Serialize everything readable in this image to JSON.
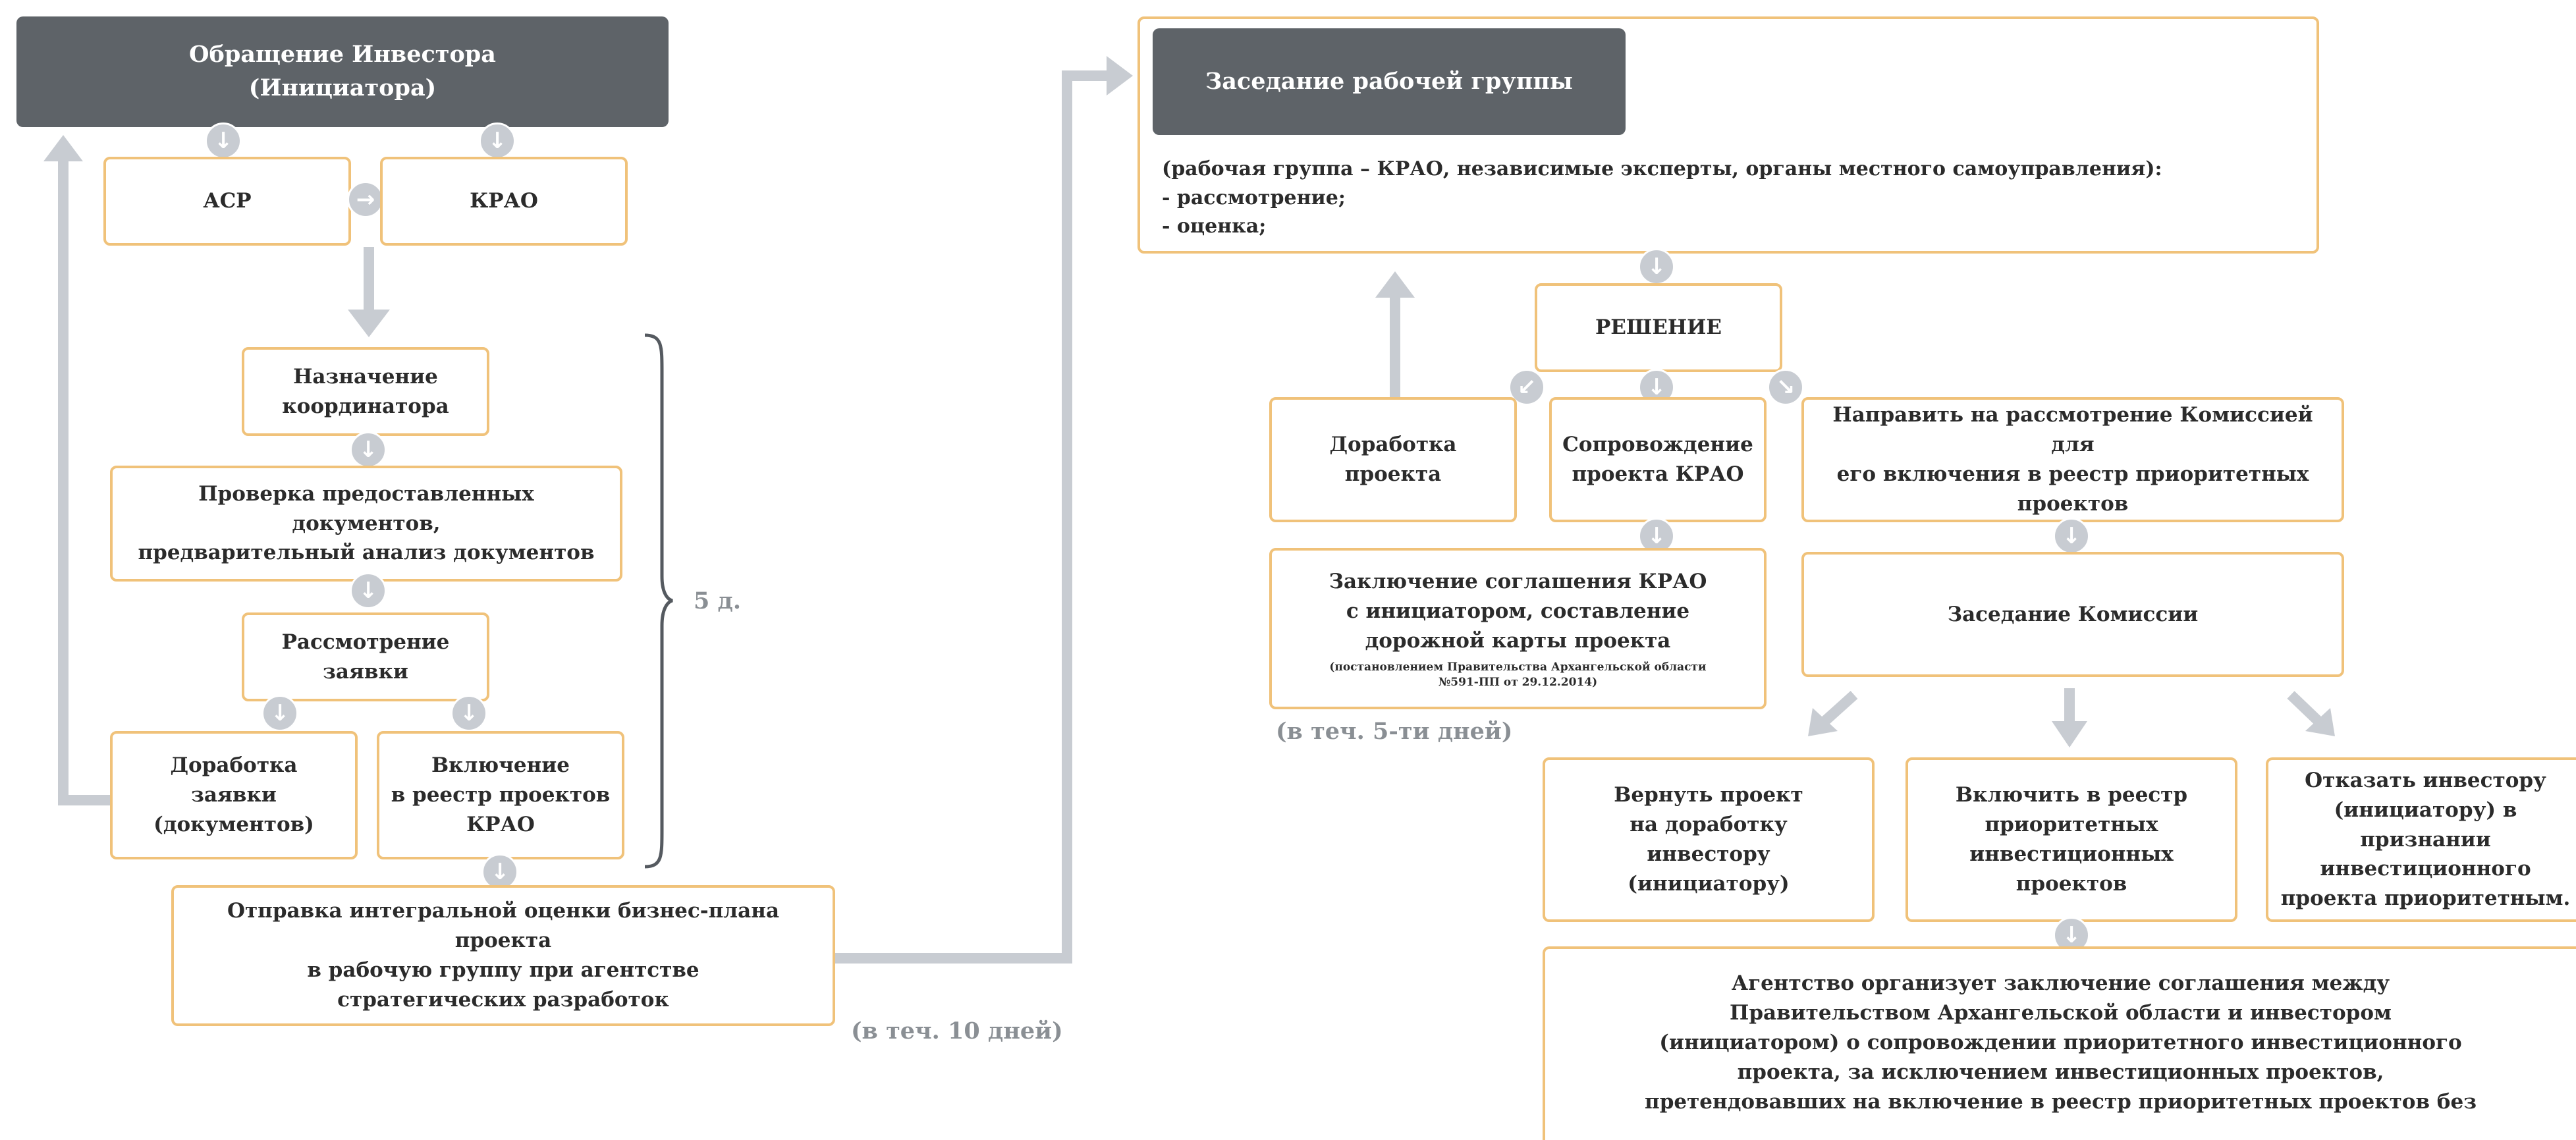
{
  "colors": {
    "box_border": "#f0c27a",
    "dark_box": "#5e6368",
    "connector": "#c8ccd2",
    "label_gray": "#8a8f94"
  },
  "left": {
    "investor_request": "Обращение Инвестора\n(Инициатора)",
    "asr": "АСР",
    "krao": "КРАО",
    "coordinator": "Назначение\nкоординатора",
    "doc_check": "Проверка предоставленных документов,\nпредварительный анализ документов",
    "application_review": "Рассмотрение\nзаявки",
    "revision_docs": "Доработка\nзаявки\n(документов)",
    "inclusion_registry": "Включение\nв реестр проектов\nКРАО",
    "send_evaluation": "Отправка интегральной оценки бизнес-плана проекта\nв рабочую группу при агентстве\nстратегических разработок",
    "five_days": "5 д.",
    "ten_days": "(в теч. 10 дней)"
  },
  "right": {
    "working_group_meeting": "Заседание рабочей группы",
    "working_group_desc": "(рабочая группа – КРАО, независимые эксперты, органы местного самоуправления):\n- рассмотрение;\n- оценка;",
    "decision": "РЕШЕНИЕ",
    "project_revision": "Доработка\nпроекта",
    "krao_support": "Сопровождение\nпроекта КРАО",
    "send_commission": "Направить на рассмотрение Комиссией для\nего включения в реестр приоритетных\nпроектов",
    "agreement": "Заключение соглашения КРАО\nс инициатором, составление\nдорожной карты проекта",
    "agreement_note": "(постановлением Правительства Архангельской области\n№591-ПП от 29.12.2014)",
    "five_days_within": "(в теч. 5-ти дней)",
    "commission_meeting": "Заседание Комиссии",
    "return_project": "Вернуть проект\nна доработку\nинвестору\n(инициатору)",
    "include_priority": "Включить в реестр\nприоритетных\nинвестиционных\nпроектов",
    "refuse_investor": "Отказать инвестору\n(инициатору) в признании\nинвестиционного\nпроекта приоритетным.",
    "agency_agreement": "Агентство организует заключение соглашения между\nПравительством Архангельской области и инвестором\n(инициатором) о сопровождении приоритетного инвестиционного\nпроекта, за исключением инвестиционных проектов,\nпретендовавших на включение в реестр приоритетных проектов без"
  },
  "icons": {
    "down": "down-arrow-icon",
    "right": "right-arrow-icon",
    "down_left": "down-left-arrow-icon",
    "down_right": "down-right-arrow-icon"
  }
}
